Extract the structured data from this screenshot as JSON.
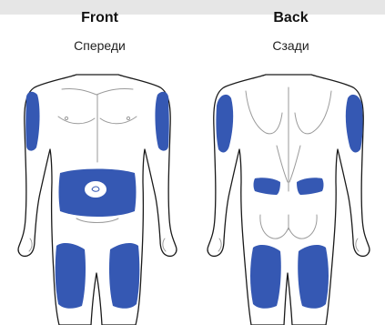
{
  "colors": {
    "injection_zone": "#3558b3",
    "outline": "#1a1a1a",
    "detail": "#9a9a9a",
    "top_band": "#e6e6e6"
  },
  "front": {
    "title": "Front",
    "subtitle": "Спереди"
  },
  "back": {
    "title": "Back",
    "subtitle": "Сзади"
  }
}
